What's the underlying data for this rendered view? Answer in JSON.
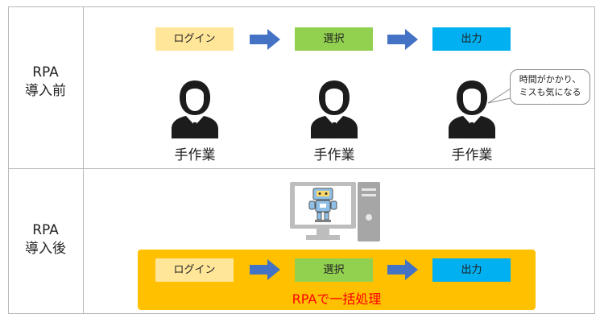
{
  "before": {
    "label_line1": "RPA",
    "label_line2": "導入前",
    "steps": [
      {
        "label": "ログイン",
        "color": "#ffe699"
      },
      {
        "label": "選択",
        "color": "#92d050"
      },
      {
        "label": "出力",
        "color": "#00b0f0"
      }
    ],
    "workers": [
      {
        "label": "手作業",
        "icon": "person-icon"
      },
      {
        "label": "手作業",
        "icon": "person-icon"
      },
      {
        "label": "手作業",
        "icon": "person-icon"
      }
    ],
    "bubble": {
      "line1": "時間がかかり、",
      "line2": "ミスも気になる"
    }
  },
  "after": {
    "label_line1": "RPA",
    "label_line2": "導入後",
    "steps": [
      {
        "label": "ログイン",
        "color": "#ffe699"
      },
      {
        "label": "選択",
        "color": "#92d050"
      },
      {
        "label": "出力",
        "color": "#00b0f0"
      }
    ],
    "caption": "RPAで一括処理",
    "icon": "robot-computer-icon"
  },
  "colors": {
    "arrow": "#4472c4",
    "band": "#ffc000",
    "caption": "#ff0000",
    "divider": "#b9b9b9"
  }
}
